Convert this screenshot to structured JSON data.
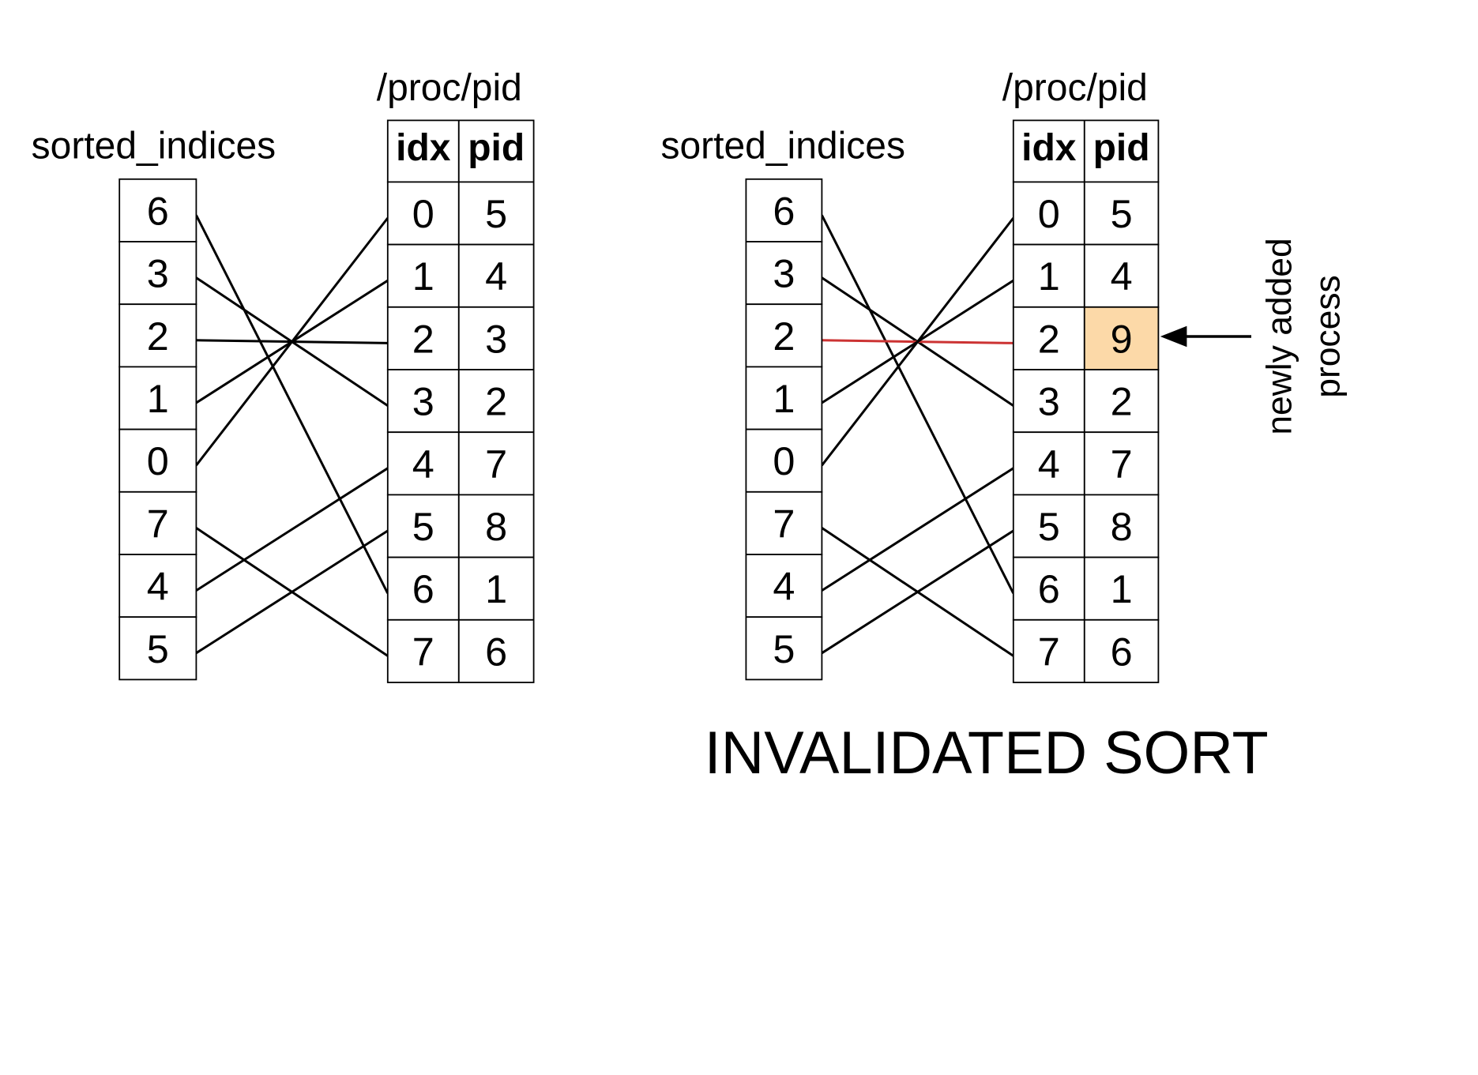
{
  "title": "INVALIDATED SORT",
  "annotation": {
    "line1": "newly added",
    "line2": "process"
  },
  "highlight_color": "#fcd9a8",
  "changed_link_color": "#cc3333",
  "panels": [
    {
      "sorted_label": "sorted_indices",
      "table_label": "/proc/pid",
      "headers": {
        "idx": "idx",
        "pid": "pid"
      },
      "sorted_indices": [
        "6",
        "3",
        "2",
        "1",
        "0",
        "7",
        "4",
        "5"
      ],
      "idx": [
        "0",
        "1",
        "2",
        "3",
        "4",
        "5",
        "6",
        "7"
      ],
      "pid": [
        "5",
        "4",
        "3",
        "2",
        "7",
        "8",
        "1",
        "6"
      ],
      "highlight_row": null
    },
    {
      "sorted_label": "sorted_indices",
      "table_label": "/proc/pid",
      "headers": {
        "idx": "idx",
        "pid": "pid"
      },
      "sorted_indices": [
        "6",
        "3",
        "2",
        "1",
        "0",
        "7",
        "4",
        "5"
      ],
      "idx": [
        "0",
        "1",
        "2",
        "3",
        "4",
        "5",
        "6",
        "7"
      ],
      "pid": [
        "5",
        "4",
        "9",
        "2",
        "7",
        "8",
        "1",
        "6"
      ],
      "highlight_row": 2
    }
  ]
}
